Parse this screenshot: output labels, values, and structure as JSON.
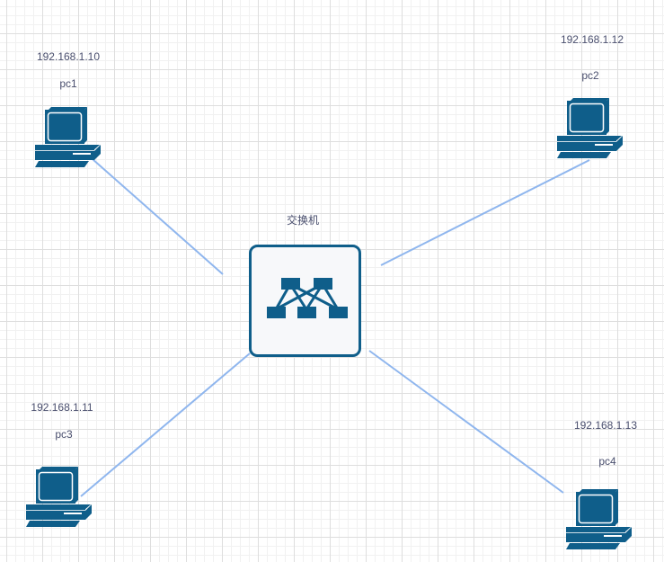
{
  "diagram": {
    "type": "network-topology",
    "colors": {
      "device": "#0f5e8a",
      "link": "#8fb6ee",
      "label": "#4a4f6e",
      "switch_fill": "#f7f8fa"
    },
    "switch": {
      "label": "交换机",
      "icon": "network-switch-icon"
    },
    "hosts": [
      {
        "id": "pc1",
        "name": "pc1",
        "ip": "192.168.1.10",
        "icon": "desktop-computer-icon"
      },
      {
        "id": "pc2",
        "name": "pc2",
        "ip": "192.168.1.12",
        "icon": "desktop-computer-icon"
      },
      {
        "id": "pc3",
        "name": "pc3",
        "ip": "192.168.1.11",
        "icon": "desktop-computer-icon"
      },
      {
        "id": "pc4",
        "name": "pc4",
        "ip": "192.168.1.13",
        "icon": "desktop-computer-icon"
      }
    ],
    "links": [
      {
        "from": "pc1",
        "to": "switch"
      },
      {
        "from": "pc2",
        "to": "switch"
      },
      {
        "from": "pc3",
        "to": "switch"
      },
      {
        "from": "pc4",
        "to": "switch"
      }
    ]
  }
}
